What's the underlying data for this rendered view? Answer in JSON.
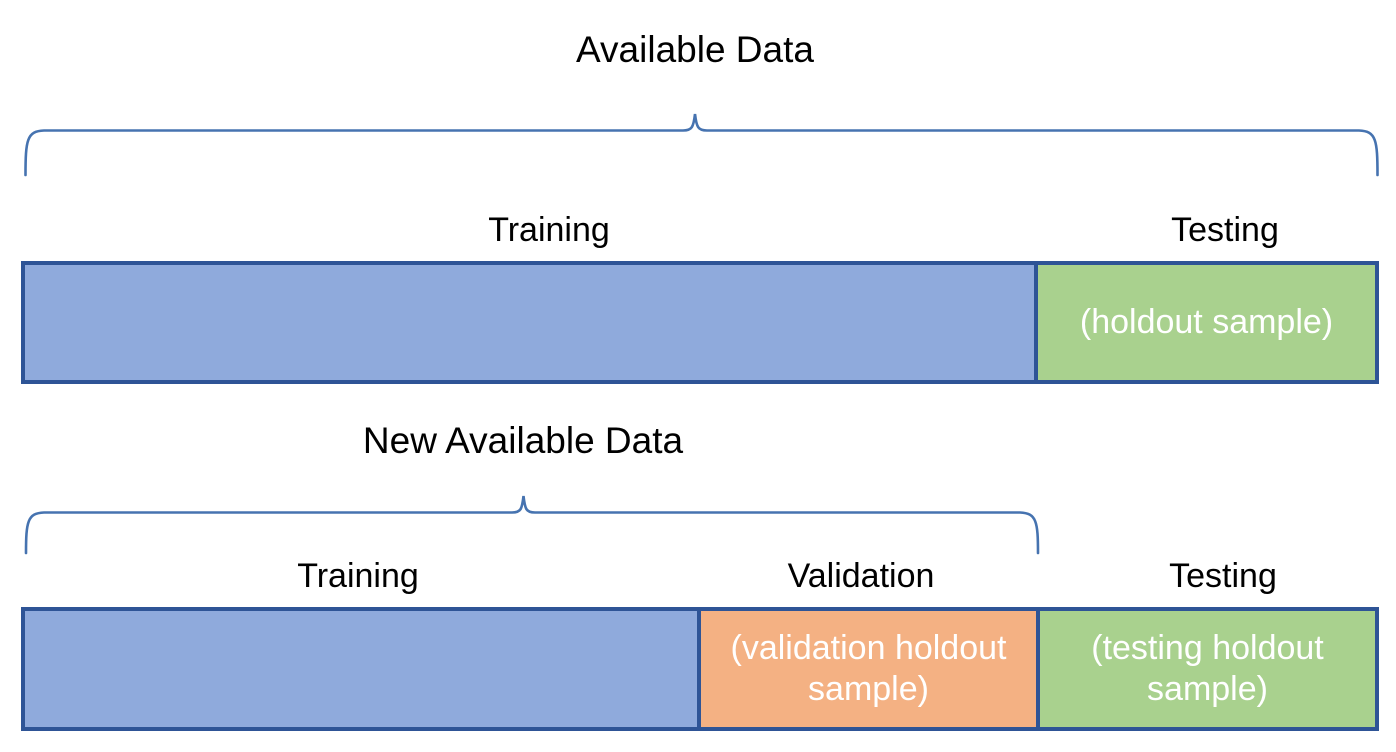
{
  "diagram": {
    "title_top": "Available Data",
    "title_bottom": "New Available Data",
    "row1": {
      "captions": {
        "training": "Training",
        "testing": "Testing"
      },
      "segments": {
        "training": {
          "label": "",
          "fill": "#8FAADC"
        },
        "testing": {
          "label": "(holdout sample)",
          "fill": "#A9D18E"
        }
      }
    },
    "row2": {
      "captions": {
        "training": "Training",
        "validation": "Validation",
        "testing": "Testing"
      },
      "segments": {
        "training": {
          "label": "",
          "fill": "#8FAADC"
        },
        "validation": {
          "label": "(validation holdout sample)",
          "fill": "#F4B183"
        },
        "testing": {
          "label": "(testing holdout sample)",
          "fill": "#A9D18E"
        }
      }
    },
    "colors": {
      "brace_stroke": "#4673B0",
      "box_border": "#2E5496",
      "blue_fill": "#8FAADC",
      "green_fill": "#A9D18E",
      "orange_fill": "#F4B183",
      "text_on_fill": "#FFFFFF",
      "text_plain": "#000000",
      "background": "#FFFFFF"
    }
  }
}
